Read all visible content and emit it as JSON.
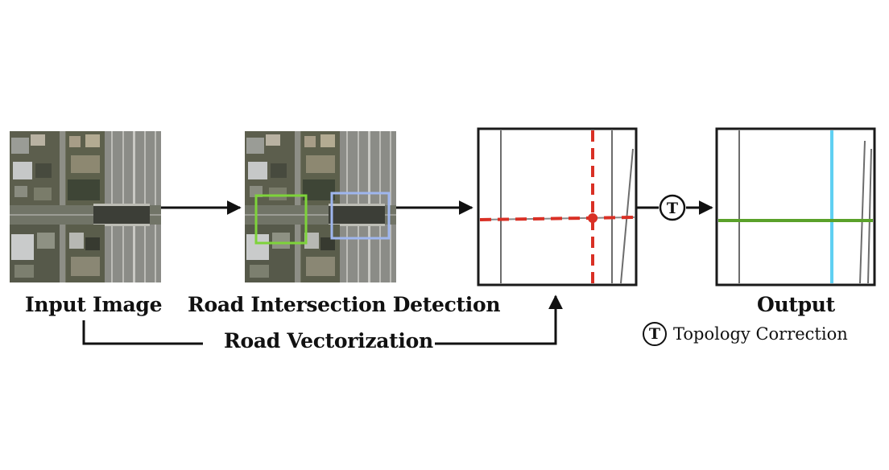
{
  "labels": {
    "input_image": "Input Image",
    "road_intersection_detection": "Road Intersection Detection",
    "road_vectorization": "Road Vectorization",
    "output": "Output"
  },
  "legend": {
    "symbol": "T",
    "text": "Topology Correction"
  },
  "colors": {
    "green_box": "#7ed33a",
    "blue_box": "#9fb6ee",
    "red_dashed": "#d93025",
    "output_green": "#5aa12a",
    "output_blue": "#5fd0f2",
    "frame": "#1a1a1a"
  }
}
